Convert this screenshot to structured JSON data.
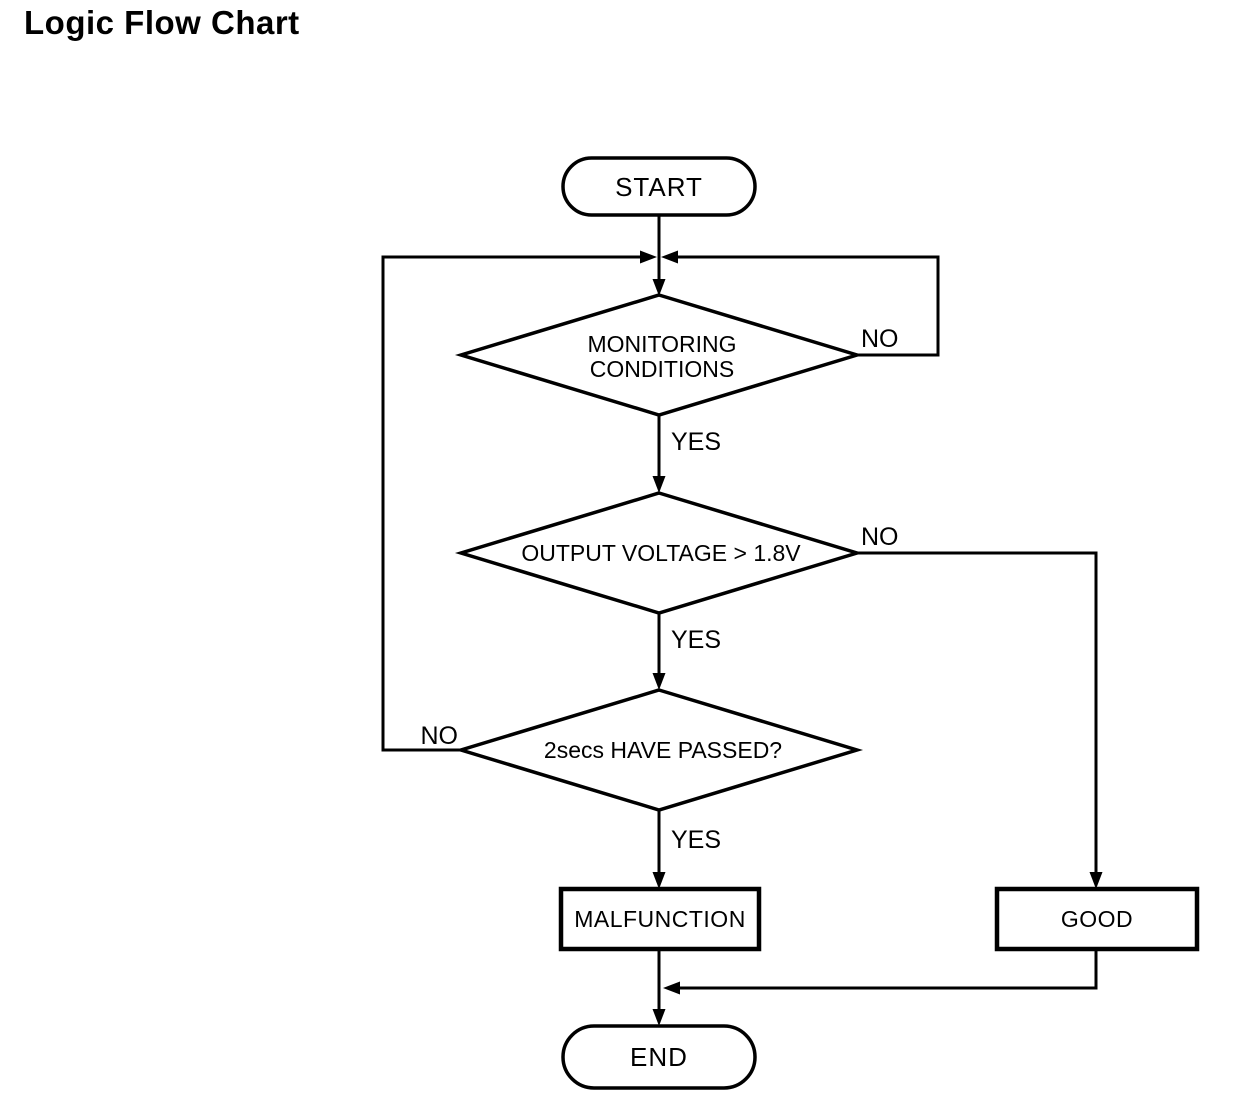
{
  "page": {
    "title": "Logic Flow Chart"
  },
  "colors": {
    "line": "#000000",
    "text": "#000000",
    "background": "#ffffff"
  },
  "flowchart": {
    "type": "flowchart",
    "nodes": {
      "start": {
        "type": "terminator",
        "label": "START"
      },
      "monitoring": {
        "type": "decision",
        "label": "MONITORING CONDITIONS",
        "line1": "MONITORING",
        "line2": "CONDITIONS"
      },
      "voltage": {
        "type": "decision",
        "label": "OUTPUT VOLTAGE > 1.8V"
      },
      "passed": {
        "type": "decision",
        "label": "2secs HAVE PASSED?"
      },
      "malfunction": {
        "type": "process",
        "label": "MALFUNCTION"
      },
      "good": {
        "type": "process",
        "label": "GOOD"
      },
      "end": {
        "type": "terminator",
        "label": "END"
      }
    },
    "edge_labels": {
      "monitoring_yes": "YES",
      "monitoring_no": "NO",
      "voltage_yes": "YES",
      "voltage_no": "NO",
      "passed_yes": "YES",
      "passed_no": "NO"
    },
    "edges": [
      {
        "from": "start",
        "to": "monitoring",
        "label": ""
      },
      {
        "from": "monitoring",
        "to": "voltage",
        "label": "YES"
      },
      {
        "from": "monitoring",
        "to": "monitoring",
        "label": "NO",
        "note": "loops back to entry junction via right side"
      },
      {
        "from": "voltage",
        "to": "passed",
        "label": "YES"
      },
      {
        "from": "voltage",
        "to": "good",
        "label": "NO"
      },
      {
        "from": "passed",
        "to": "malfunction",
        "label": "YES"
      },
      {
        "from": "passed",
        "to": "monitoring",
        "label": "NO",
        "note": "loops back to entry junction via left side"
      },
      {
        "from": "malfunction",
        "to": "end",
        "label": ""
      },
      {
        "from": "good",
        "to": "end",
        "label": ""
      }
    ]
  }
}
